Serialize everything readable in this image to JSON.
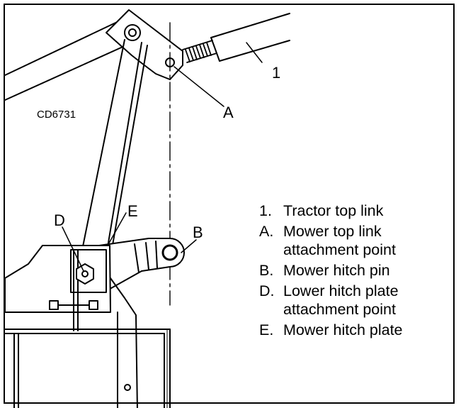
{
  "figure_id": "CD6731",
  "callouts": {
    "top_link": "1",
    "top_link_point": "A",
    "hitch_pin": "B",
    "lower_plate_point": "D",
    "hitch_plate": "E"
  },
  "legend": [
    {
      "key": "1.",
      "text": "Tractor top link"
    },
    {
      "key": "A.",
      "text": "Mower top link attachment point"
    },
    {
      "key": "B.",
      "text": "Mower hitch pin"
    },
    {
      "key": "D.",
      "text": "Lower hitch plate attachment point"
    },
    {
      "key": "E.",
      "text": "Mower hitch plate"
    }
  ]
}
